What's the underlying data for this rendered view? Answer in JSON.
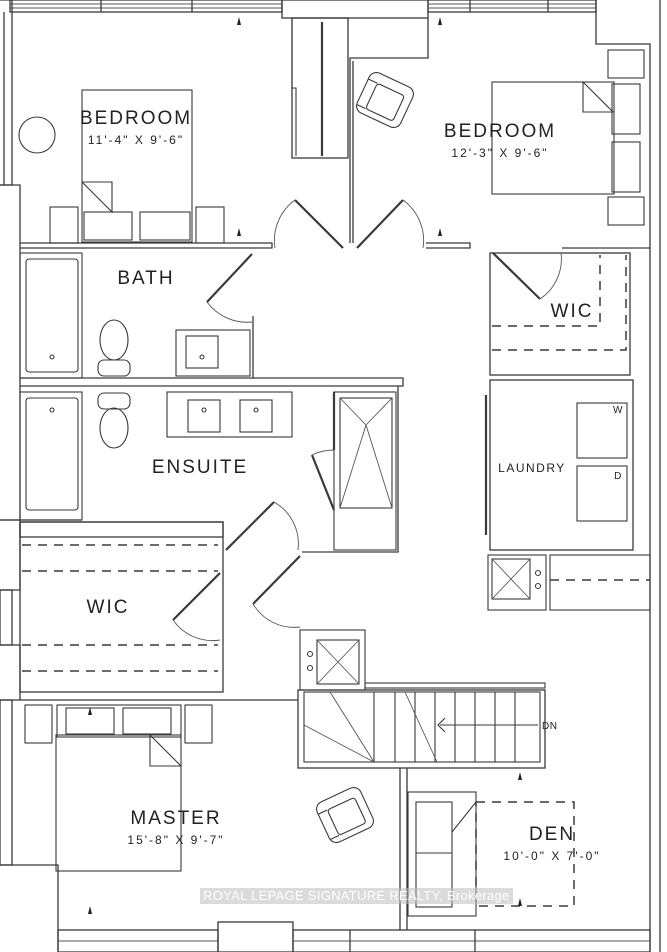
{
  "floorplan": {
    "rooms": [
      {
        "id": "bedroom-2",
        "name": "BEDROOM",
        "dimensions": "11'-4\" X 9'-6\""
      },
      {
        "id": "bedroom-3",
        "name": "BEDROOM",
        "dimensions": "12'-3\" X 9'-6\""
      },
      {
        "id": "bath",
        "name": "BATH"
      },
      {
        "id": "wic-right",
        "name": "WIC"
      },
      {
        "id": "ensuite",
        "name": "ENSUITE"
      },
      {
        "id": "laundry",
        "name": "LAUNDRY"
      },
      {
        "id": "wic-left",
        "name": "WIC"
      },
      {
        "id": "master",
        "name": "MASTER",
        "dimensions": "15'-8\" X 9'-7\""
      },
      {
        "id": "den",
        "name": "DEN",
        "dimensions": "10'-0\" X 7'-0\""
      }
    ],
    "appliances": {
      "washer": "W",
      "dryer": "D"
    },
    "stair_direction": "DN",
    "icons": [
      "door-swing-icon",
      "armchair-icon",
      "bed-icon",
      "toilet-icon",
      "sink-icon",
      "bathtub-icon",
      "shower-icon",
      "stairs-icon",
      "linen-closet-icon",
      "sofa-icon",
      "round-table-icon",
      "window-icon"
    ],
    "colors": {
      "line": "#3a3a3a",
      "background": "#ffffff"
    }
  },
  "watermark": "ROYAL LEPAGE SIGNATURE REALTY, Brokerage"
}
